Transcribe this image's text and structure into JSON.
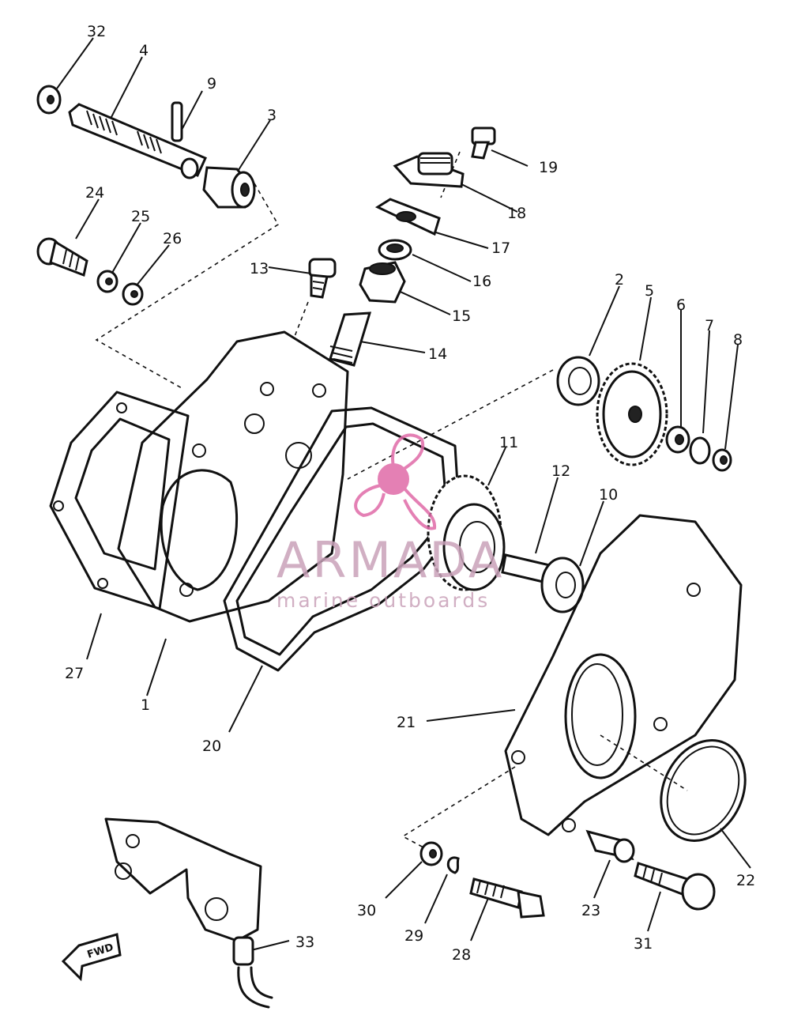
{
  "watermark": {
    "brand": "ARMADA",
    "tagline": "marine outboards",
    "color": "#c9a2b9",
    "accent": "#e06aa8"
  },
  "fwd_label": "FWD",
  "callouts": [
    {
      "id": "c32",
      "text": "32"
    },
    {
      "id": "c4",
      "text": "4"
    },
    {
      "id": "c9",
      "text": "9"
    },
    {
      "id": "c3",
      "text": "3"
    },
    {
      "id": "c19",
      "text": "19"
    },
    {
      "id": "c18",
      "text": "18"
    },
    {
      "id": "c17",
      "text": "17"
    },
    {
      "id": "c16",
      "text": "16"
    },
    {
      "id": "c15",
      "text": "15"
    },
    {
      "id": "c14",
      "text": "14"
    },
    {
      "id": "c13",
      "text": "13"
    },
    {
      "id": "c24",
      "text": "24"
    },
    {
      "id": "c25",
      "text": "25"
    },
    {
      "id": "c26",
      "text": "26"
    },
    {
      "id": "c2",
      "text": "2"
    },
    {
      "id": "c5",
      "text": "5"
    },
    {
      "id": "c6",
      "text": "6"
    },
    {
      "id": "c7",
      "text": "7"
    },
    {
      "id": "c8",
      "text": "8"
    },
    {
      "id": "c11",
      "text": "11"
    },
    {
      "id": "c12",
      "text": "12"
    },
    {
      "id": "c10",
      "text": "10"
    },
    {
      "id": "c27",
      "text": "27"
    },
    {
      "id": "c1",
      "text": "1"
    },
    {
      "id": "c20",
      "text": "20"
    },
    {
      "id": "c21",
      "text": "21"
    },
    {
      "id": "c22",
      "text": "22"
    },
    {
      "id": "c23",
      "text": "23"
    },
    {
      "id": "c31",
      "text": "31"
    },
    {
      "id": "c30",
      "text": "30"
    },
    {
      "id": "c29",
      "text": "29"
    },
    {
      "id": "c28",
      "text": "28"
    },
    {
      "id": "c33",
      "text": "33"
    }
  ]
}
